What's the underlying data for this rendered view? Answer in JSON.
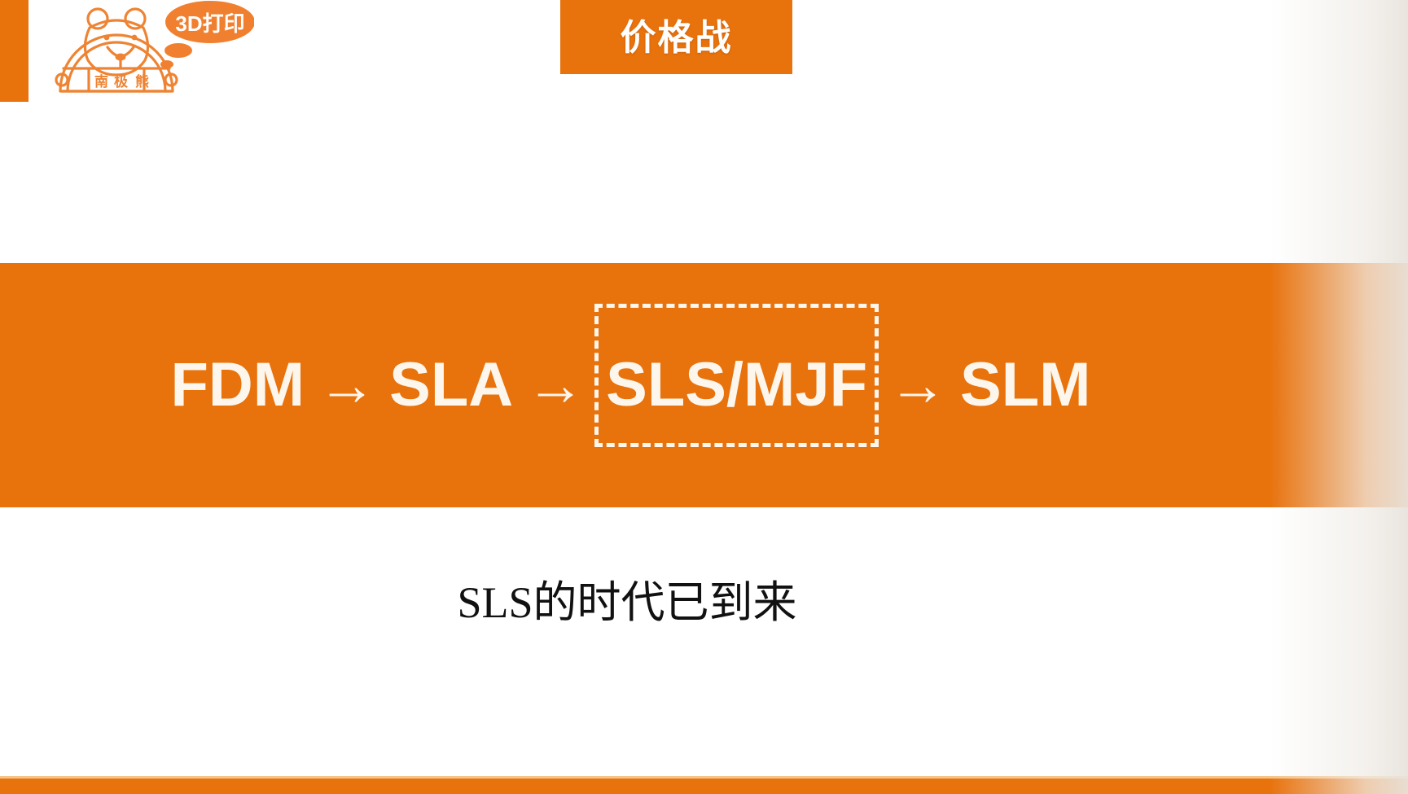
{
  "slide": {
    "brand_color": "#E8720C",
    "banner_text_color": "#FDF6EC",
    "body_text_color": "#111111"
  },
  "logo": {
    "name": "nanjixiong-3d-printing-logo",
    "brand_cn": "南极熊",
    "bubble_text": "3D打印",
    "color": "#E8720C"
  },
  "header": {
    "title": "价格战"
  },
  "banner": {
    "chain": [
      {
        "label": "FDM",
        "highlighted": false
      },
      {
        "label": "SLA",
        "highlighted": false
      },
      {
        "label": "SLS/MJF",
        "highlighted": true
      },
      {
        "label": "SLM",
        "highlighted": false
      }
    ],
    "arrow": "→"
  },
  "subtitle": {
    "text": "SLS的时代已到来"
  }
}
